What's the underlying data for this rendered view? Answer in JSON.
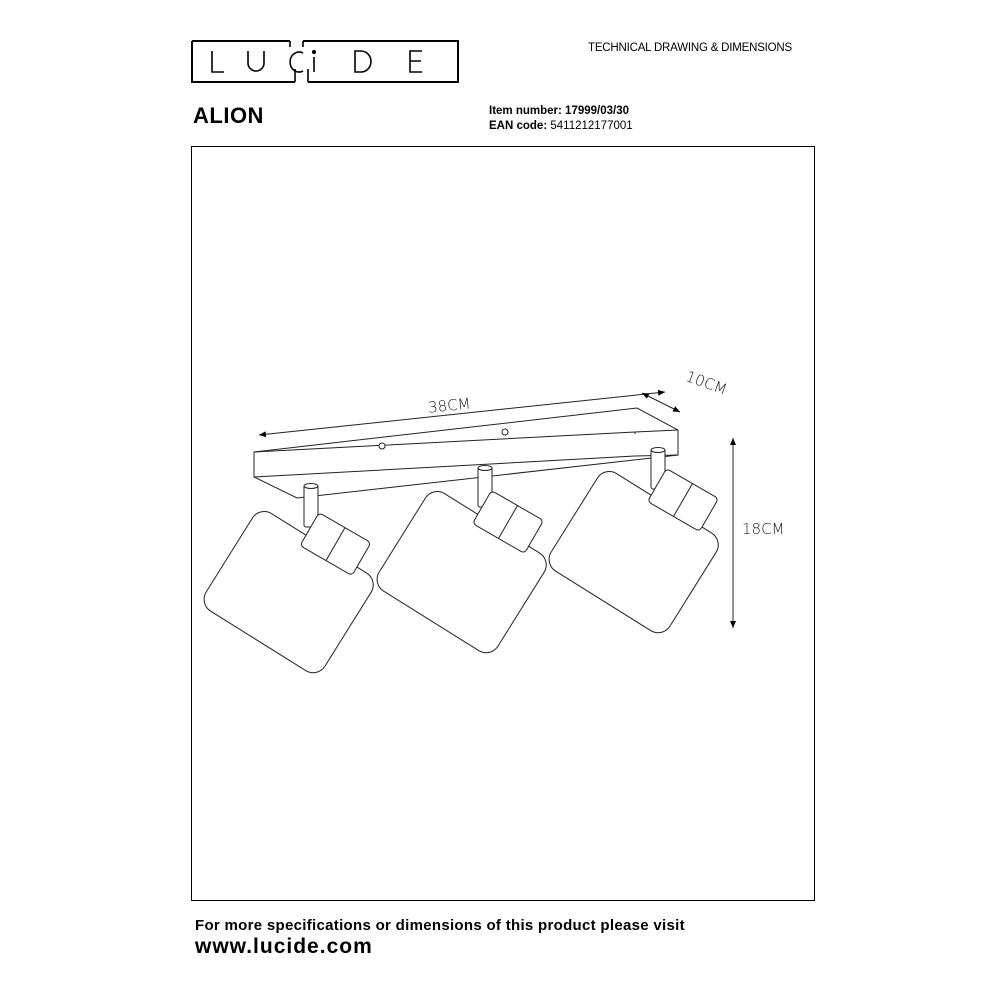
{
  "header": {
    "logo_text": "LUCIDE",
    "subtitle": "TECHNICAL DRAWING & DIMENSIONS"
  },
  "product": {
    "name": "ALION",
    "item_number_label": "Item number:",
    "item_number": "17999/03/30",
    "ean_label": "EAN code:",
    "ean": "5411212177001"
  },
  "drawing": {
    "length": "38CM",
    "depth": "10CM",
    "height": "18CM"
  },
  "footer": {
    "text": "For more specifications or dimensions of this product please visit",
    "url": "www.lucide.com"
  }
}
